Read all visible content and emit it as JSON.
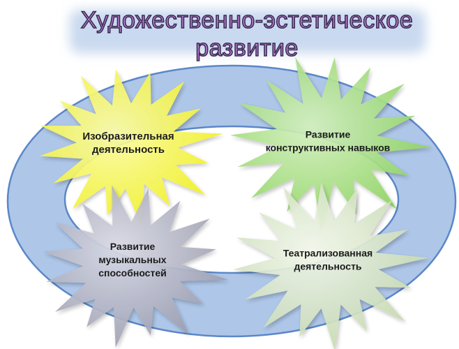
{
  "title": {
    "line1": "Художественно-эстетическое",
    "line2": "развитие"
  },
  "colors": {
    "ring_fill": "#aec6e8",
    "ring_stroke": "#5b87c7",
    "title_band": "#c9d9ef",
    "title_fill": "#bf86d8",
    "title_stroke": "#3a2a52"
  },
  "stars": [
    {
      "label_lines": [
        "Изобразительная",
        "деятельность"
      ],
      "color": "#f0f020",
      "color_light": "#fbfba8"
    },
    {
      "label_lines": [
        "Развитие",
        "конструктивных навыков"
      ],
      "color": "#8ad15c",
      "color_light": "#d4f0bf"
    },
    {
      "label_lines": [
        "Развитие",
        "музыкальных",
        "способностей"
      ],
      "color": "#9a9cae",
      "color_light": "#d8d9e4"
    },
    {
      "label_lines": [
        "Театрализованная",
        "деятельность"
      ],
      "color": "#c4d8ae",
      "color_light": "#f1f6ea"
    }
  ]
}
